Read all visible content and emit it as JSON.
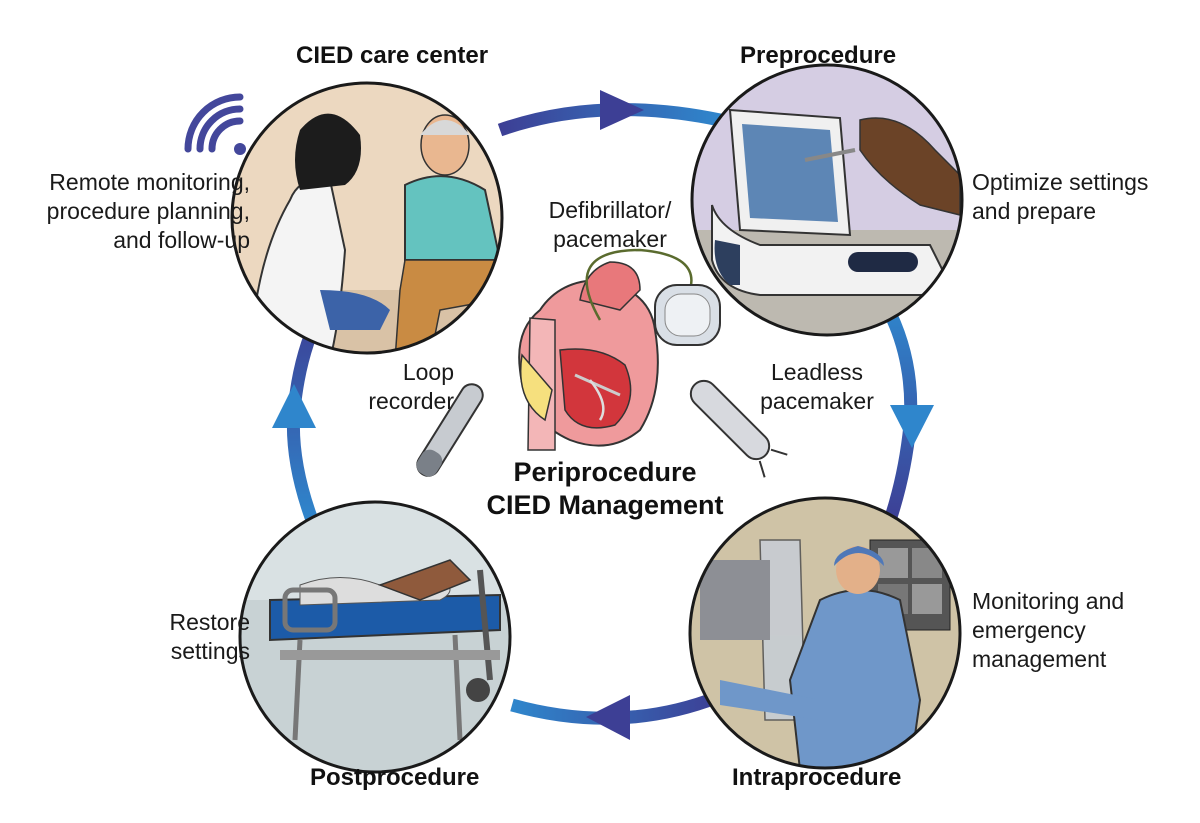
{
  "diagram": {
    "center_title": [
      "Periprocedure",
      "CIED Management"
    ],
    "stages": {
      "care_center": {
        "title": "CIED care center",
        "description": [
          "Remote monitoring,",
          "procedure planning,",
          "and follow-up"
        ]
      },
      "preprocedure": {
        "title": "Preprocedure",
        "description": [
          "Optimize settings",
          "and prepare"
        ]
      },
      "intraprocedure": {
        "title": "Intraprocedure",
        "description": [
          "Monitoring and",
          "emergency",
          "management"
        ]
      },
      "postprocedure": {
        "title": "Postprocedure",
        "description": [
          "Restore",
          "settings"
        ]
      }
    },
    "devices": {
      "defibrillator": [
        "Defibrillator/",
        "pacemaker"
      ],
      "loop_recorder": [
        "Loop",
        "recorder"
      ],
      "leadless": [
        "Leadless",
        "pacemaker"
      ]
    }
  },
  "colors": {
    "arrow_dark": "#3d3f95",
    "arrow_light": "#2f86cc",
    "signal_icon": "#43479b",
    "heart_red": "#d2363c",
    "heart_pink": "#ef9a9c",
    "circle_outline": "#1a1a1a"
  }
}
